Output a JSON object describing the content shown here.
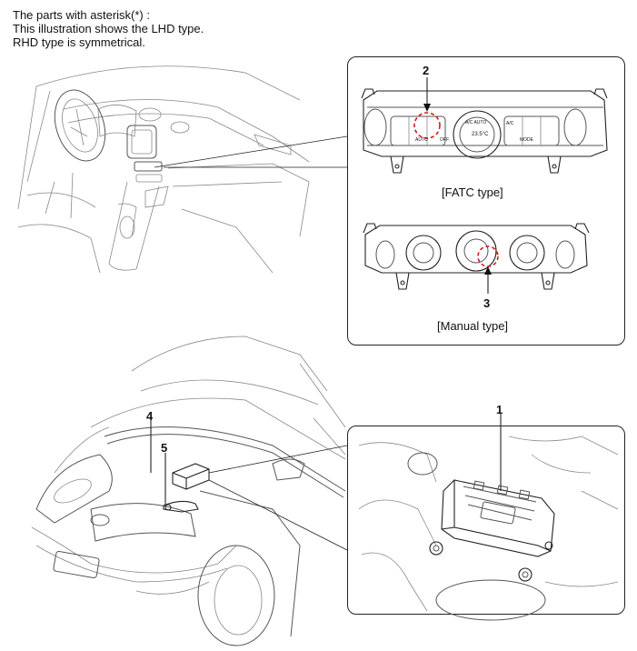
{
  "note": {
    "line1": "The parts with asterisk(*) :",
    "line2": "This illustration shows the LHD type.",
    "line3": "RHD type is symmetrical."
  },
  "panels": {
    "fatc_caption": "[FATC type]",
    "manual_caption": "[Manual type]"
  },
  "callouts": {
    "c1": "1",
    "c2": "2",
    "c3": "3",
    "c4": "4",
    "c5": "5"
  },
  "fatc_labels": {
    "auto": "AUTO",
    "off": "OFF",
    "mode": "MODE",
    "ac": "A/C",
    "center": "A/C AUTO",
    "temp": "23.5°C"
  }
}
